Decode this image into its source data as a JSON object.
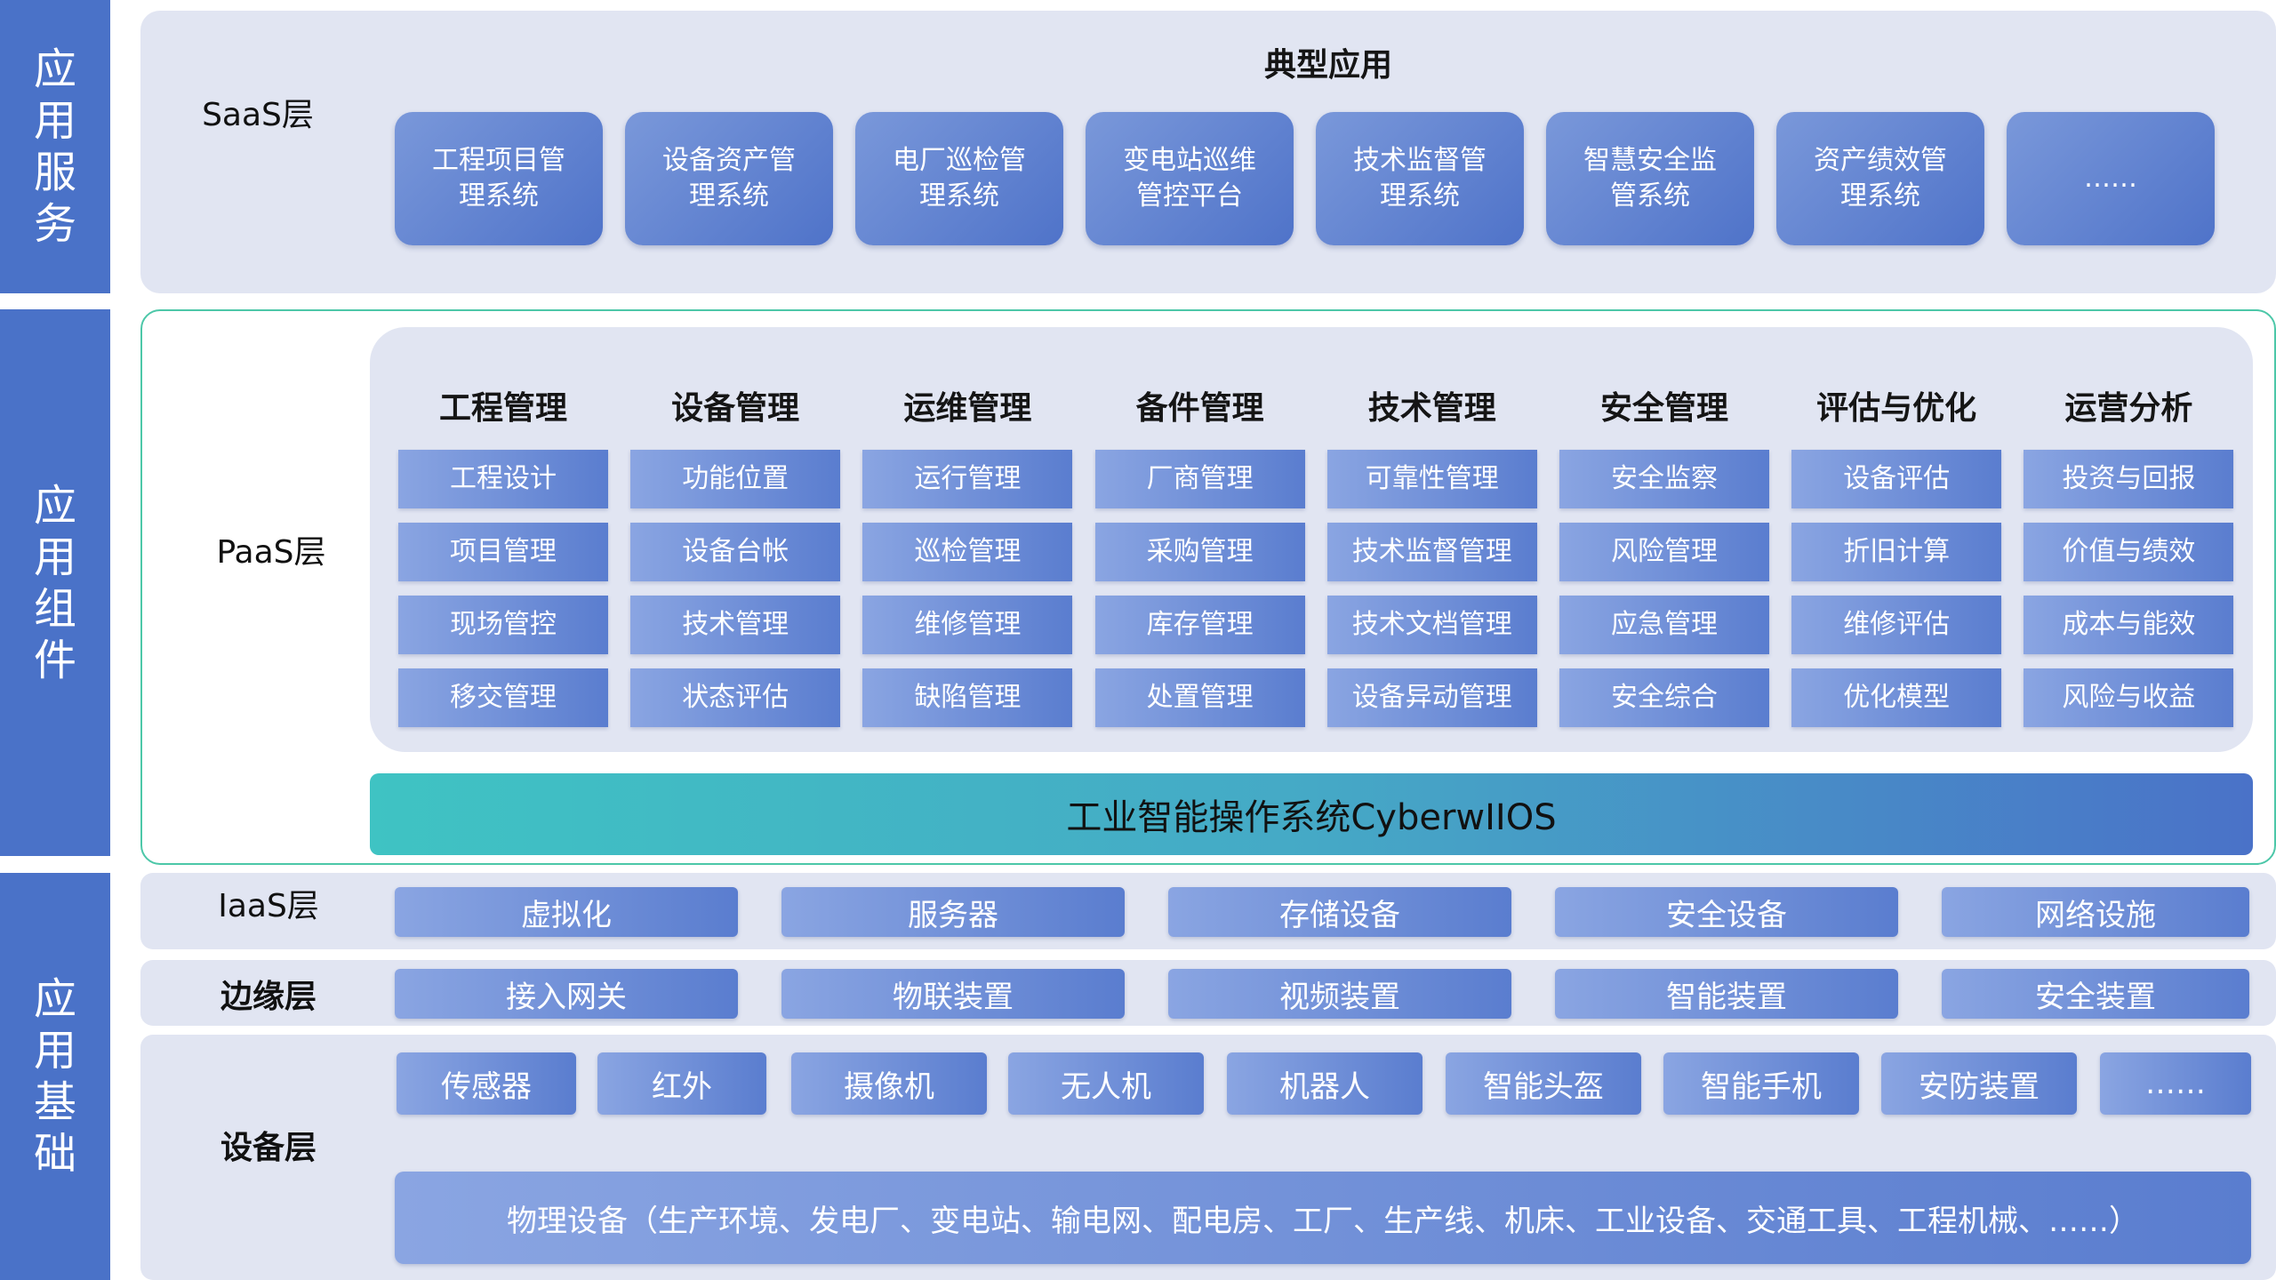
{
  "sidebar": {
    "service": "应用服务",
    "components": "应用组件",
    "foundation": "应用基础"
  },
  "saas": {
    "label": "SaaS层",
    "heading": "典型应用",
    "items": [
      "工程项目管理系统",
      "设备资产管理系统",
      "电厂巡检管理系统",
      "变电站巡维管控平台",
      "技术监督管理系统",
      "智慧安全监管系统",
      "资产绩效管理系统",
      "……"
    ]
  },
  "paas": {
    "label": "PaaS层",
    "columns": [
      {
        "title": "工程管理",
        "items": [
          "工程设计",
          "项目管理",
          "现场管控",
          "移交管理"
        ]
      },
      {
        "title": "设备管理",
        "items": [
          "功能位置",
          "设备台帐",
          "技术管理",
          "状态评估"
        ]
      },
      {
        "title": "运维管理",
        "items": [
          "运行管理",
          "巡检管理",
          "维修管理",
          "缺陷管理"
        ]
      },
      {
        "title": "备件管理",
        "items": [
          "厂商管理",
          "采购管理",
          "库存管理",
          "处置管理"
        ]
      },
      {
        "title": "技术管理",
        "items": [
          "可靠性管理",
          "技术监督管理",
          "技术文档管理",
          "设备异动管理"
        ]
      },
      {
        "title": "安全管理",
        "items": [
          "安全监察",
          "风险管理",
          "应急管理",
          "安全综合"
        ]
      },
      {
        "title": "评估与优化",
        "items": [
          "设备评估",
          "折旧计算",
          "维修评估",
          "优化模型"
        ]
      },
      {
        "title": "运营分析",
        "items": [
          "投资与回报",
          "价值与绩效",
          "成本与能效",
          "风险与收益"
        ]
      }
    ],
    "os_bar": "工业智能操作系统CyberwIIOS"
  },
  "iaas": {
    "label": "IaaS层",
    "items": [
      "虚拟化",
      "服务器",
      "存储设备",
      "安全设备",
      "网络设施"
    ]
  },
  "edge": {
    "label": "边缘层",
    "items": [
      "接入网关",
      "物联装置",
      "视频装置",
      "智能装置",
      "安全装置"
    ]
  },
  "device": {
    "label": "设备层",
    "items": [
      "传感器",
      "红外",
      "摄像机",
      "无人机",
      "机器人",
      "智能头盔",
      "智能手机",
      "安防装置",
      "……"
    ],
    "physical": "物理设备（生产环境、发电厂、变电站、输电网、配电房、工厂、生产线、机床、工业设备、交通工具、工程机械、……）"
  },
  "colors": {
    "sidebar": "#4a72c8",
    "panel": "#e1e5f2",
    "os_bar_start": "#3fc3c3",
    "os_bar_end": "#4a72c8",
    "paas_border": "#4cc7a8"
  }
}
